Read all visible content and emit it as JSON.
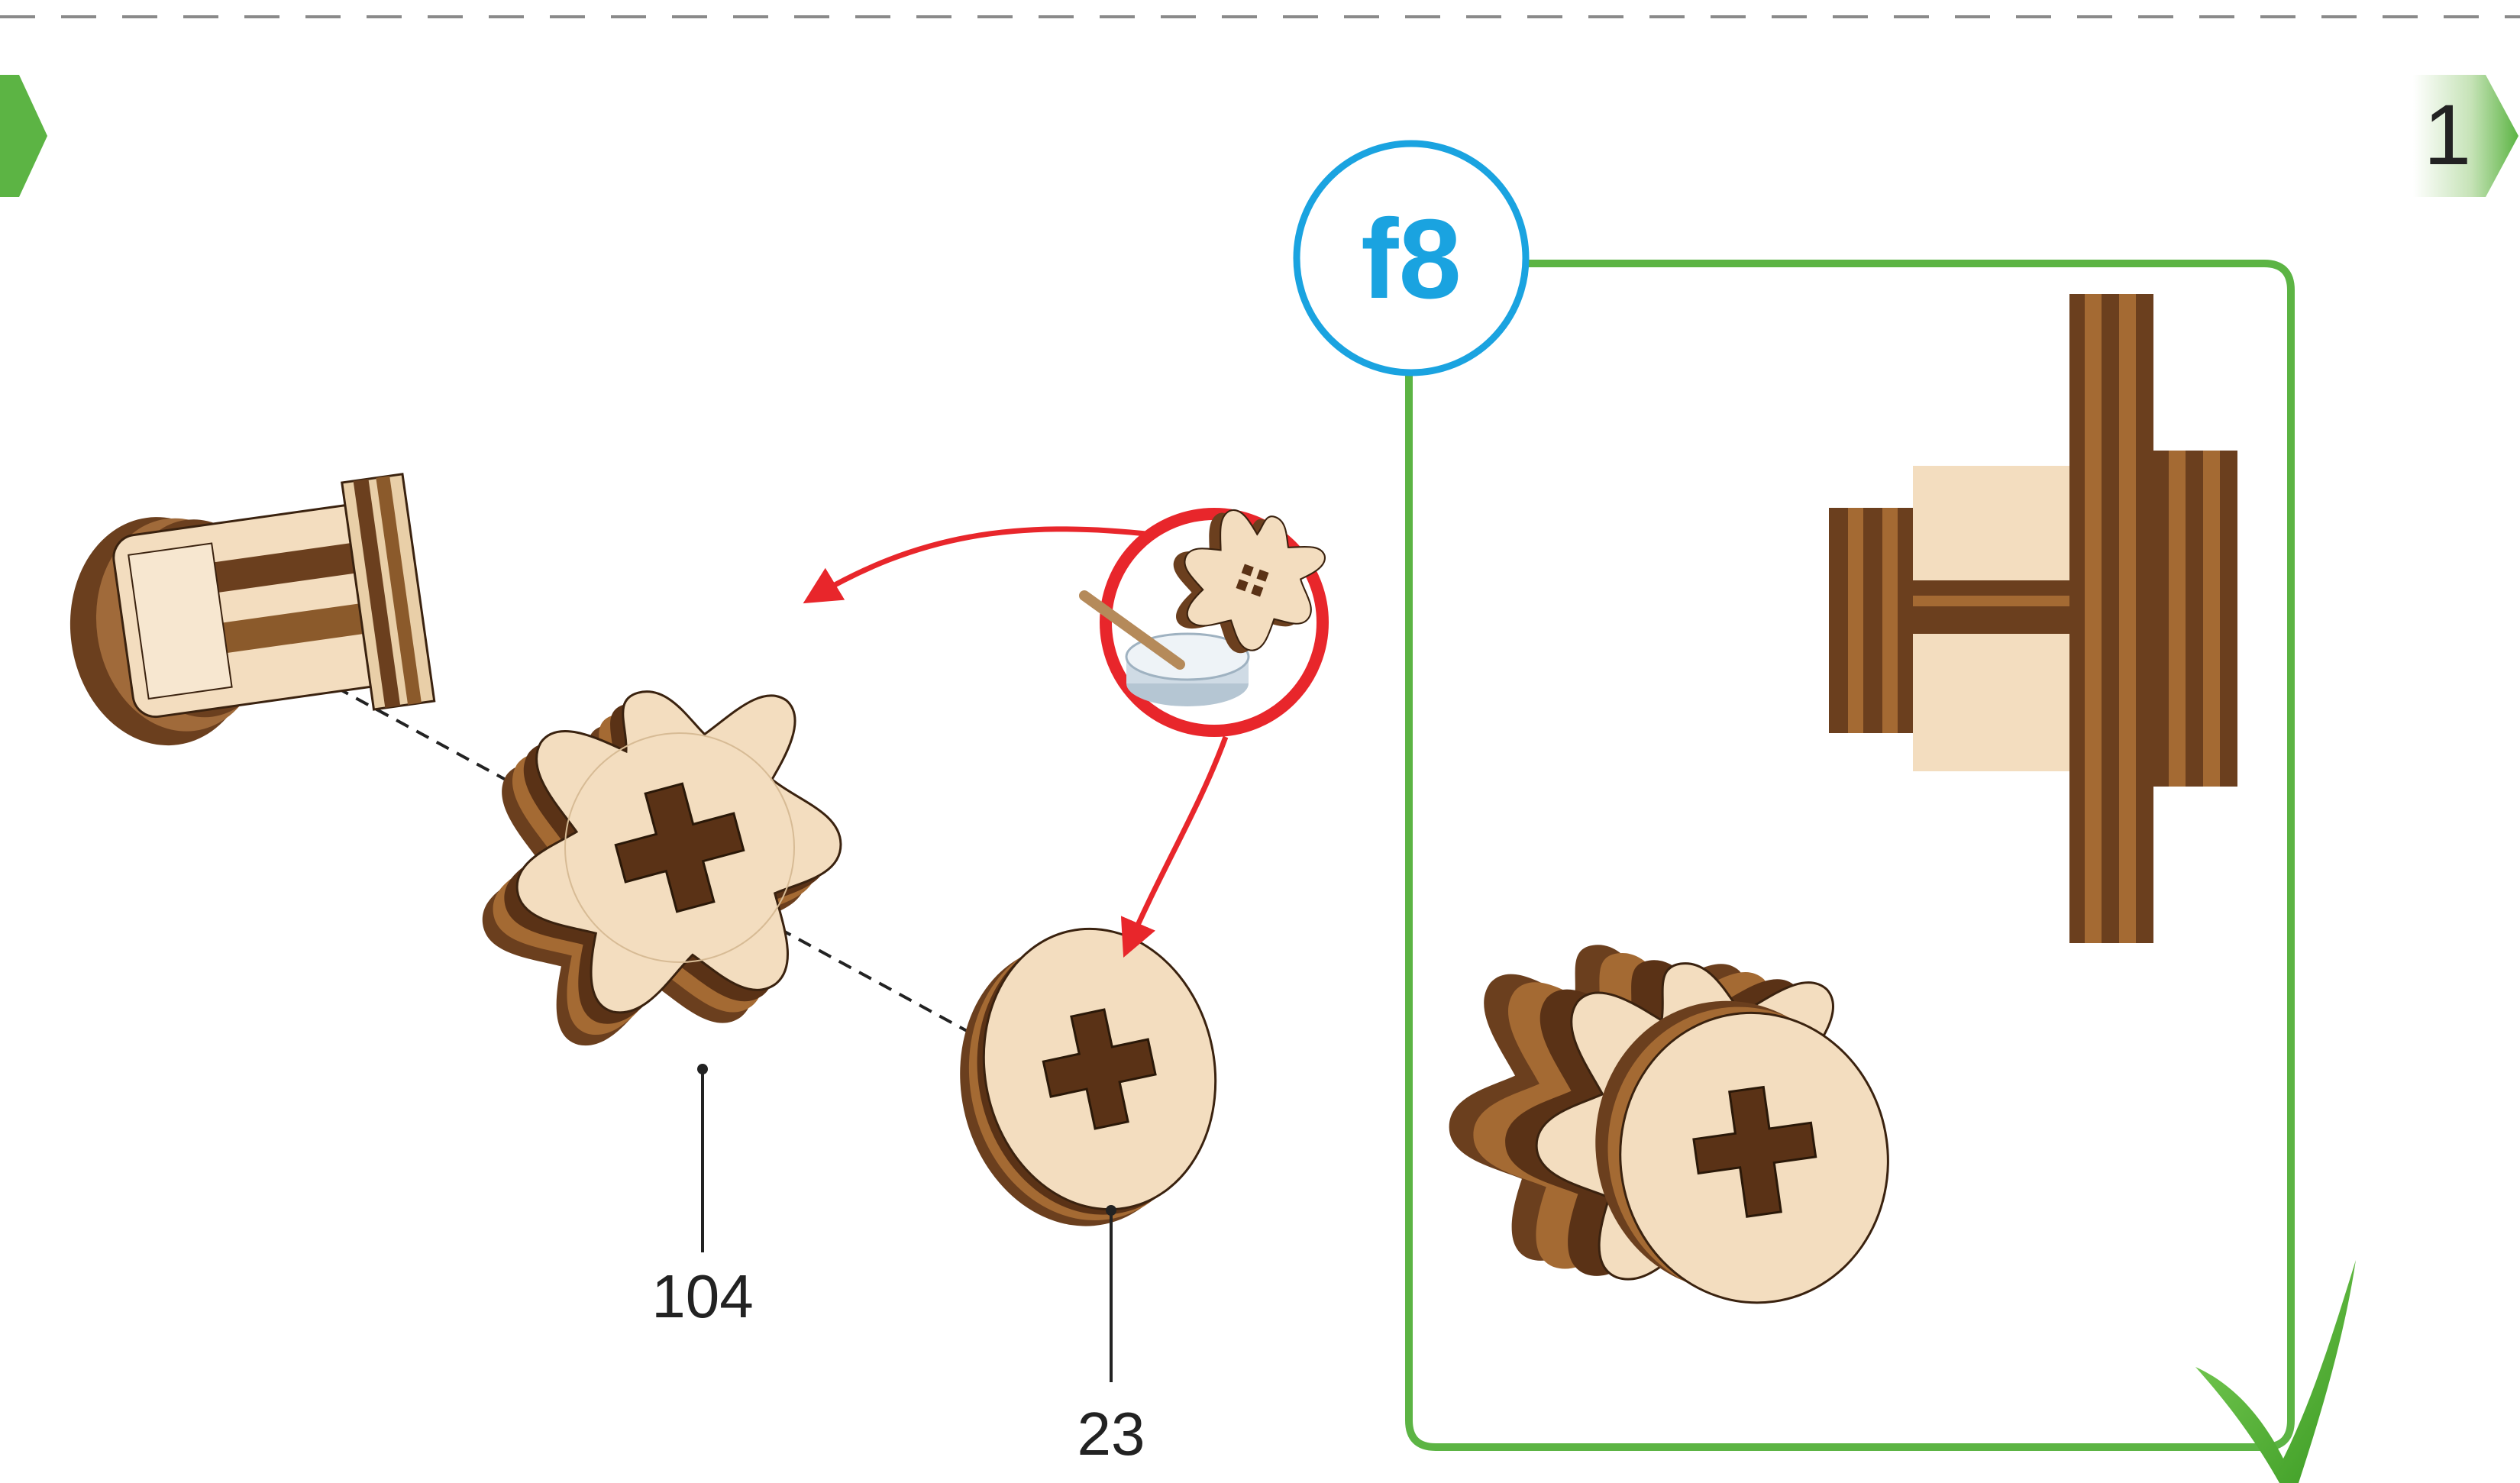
{
  "page": {
    "left_tab": "",
    "right_tab": "1"
  },
  "step": {
    "badge": "f8"
  },
  "parts": {
    "gear_label": "104",
    "washer_label": "23"
  },
  "colors": {
    "green_frame": "#5cb444",
    "badge_blue": "#1aa3e0",
    "arrow_red": "#e8262b",
    "wood_light": "#f3ddbf",
    "wood_dark": "#6b3f1e",
    "checkmark": "#52b534"
  },
  "icons": {
    "glue": "glue-pot-icon",
    "check": "checkmark-icon"
  }
}
